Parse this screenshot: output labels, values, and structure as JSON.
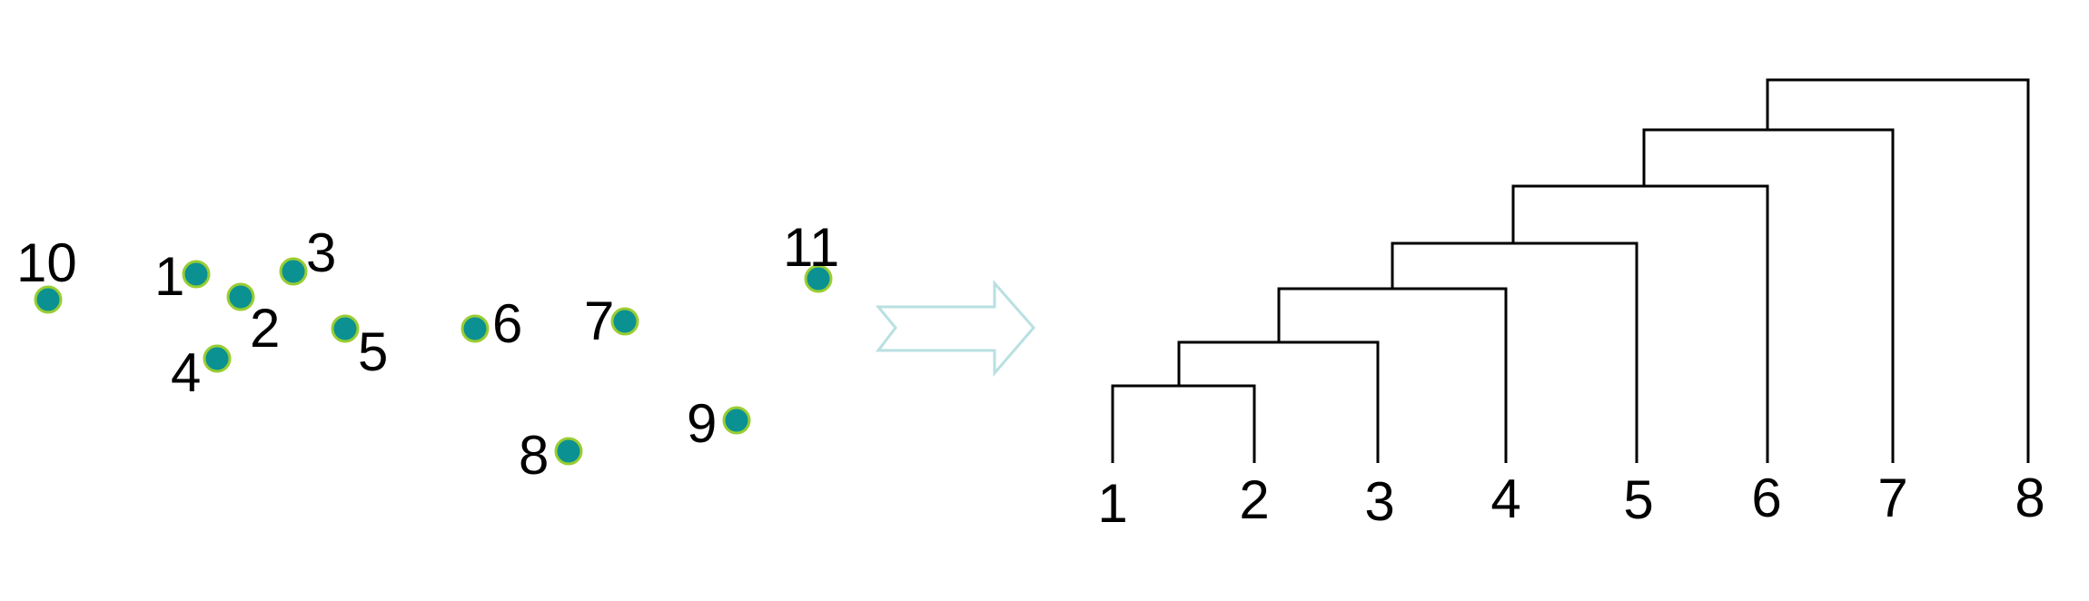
{
  "scatter": {
    "point_fill": "#0b9191",
    "point_stroke": "#9acd32",
    "points": [
      {
        "label": "10"
      },
      {
        "label": "1"
      },
      {
        "label": "2"
      },
      {
        "label": "3"
      },
      {
        "label": "4"
      },
      {
        "label": "5"
      },
      {
        "label": "6"
      },
      {
        "label": "7"
      },
      {
        "label": "8"
      },
      {
        "label": "9"
      },
      {
        "label": "11"
      }
    ]
  },
  "arrow": {
    "stroke": "#b9e0e0"
  },
  "dendrogram": {
    "line_color": "#000000",
    "leaves": [
      "1",
      "2",
      "3",
      "4",
      "5",
      "6",
      "7",
      "8"
    ]
  }
}
